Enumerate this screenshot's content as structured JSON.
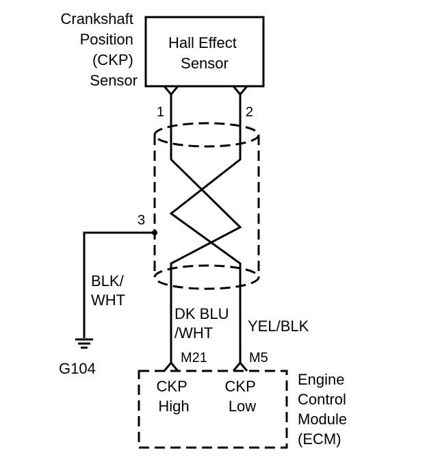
{
  "sensor": {
    "name_lines": [
      "Crankshaft",
      "Position",
      "(CKP)",
      "Sensor"
    ],
    "box_lines": [
      "Hall Effect",
      "Sensor"
    ],
    "pins": [
      "1",
      "2"
    ]
  },
  "shield": {
    "pin": "3",
    "ground_wire_lines": [
      "BLK/",
      "WHT"
    ],
    "ground": "G104"
  },
  "wires": {
    "left_lines": [
      "DK BLU",
      "/WHT"
    ],
    "right": "YEL/BLK"
  },
  "ecm": {
    "pin_left": "M21",
    "pin_right": "M5",
    "signal_left_lines": [
      "CKP",
      "High"
    ],
    "signal_right_lines": [
      "CKP",
      "Low"
    ],
    "name_lines": [
      "Engine",
      "Control",
      "Module",
      "(ECM)"
    ]
  },
  "colors": {
    "ink": "#000000",
    "background": "#ffffff"
  }
}
